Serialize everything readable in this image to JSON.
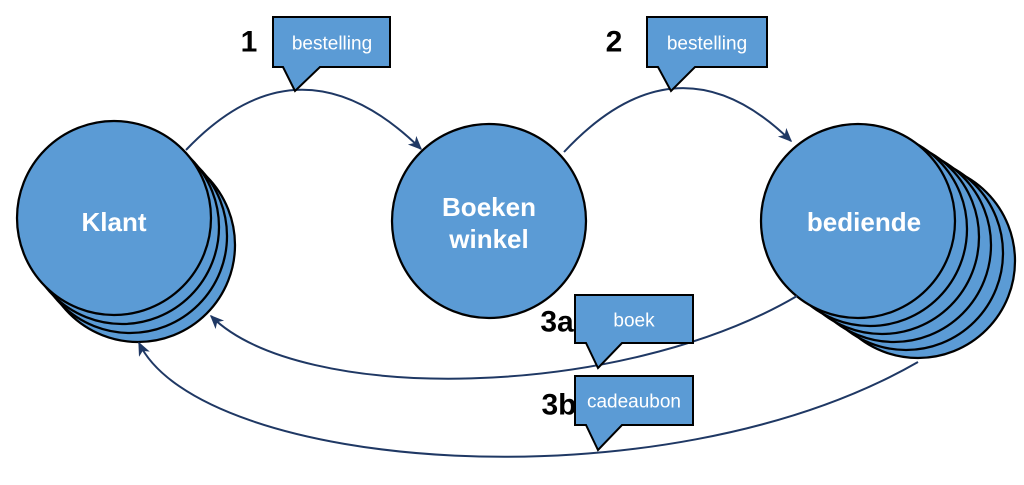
{
  "diagram": {
    "colors": {
      "background": "#FFFFFF",
      "node_fill": "#5B9BD5",
      "node_stroke": "#000000",
      "arrow": "#1F3864",
      "bubble_fill": "#5B9BD5",
      "bubble_stroke": "#000000",
      "bubble_text": "#FFFFFF",
      "node_text": "#FFFFFF",
      "step_text": "#000000"
    },
    "nodes": [
      {
        "id": "klant",
        "label": "Klant",
        "stack_count": 4
      },
      {
        "id": "boekenwinkel",
        "label": "Boeken winkel",
        "label_line1": "Boeken",
        "label_line2": "winkel",
        "stack_count": 1
      },
      {
        "id": "bediende",
        "label": "bediende",
        "stack_count": 6
      }
    ],
    "messages": [
      {
        "step": "1",
        "label": "bestelling",
        "from": "klant",
        "to": "boekenwinkel"
      },
      {
        "step": "2",
        "label": "bestelling",
        "from": "boekenwinkel",
        "to": "bediende"
      },
      {
        "step": "3a",
        "label": "boek",
        "from": "bediende",
        "to": "klant"
      },
      {
        "step": "3b",
        "label": "cadeaubon",
        "from": "bediende",
        "to": "klant"
      }
    ]
  }
}
